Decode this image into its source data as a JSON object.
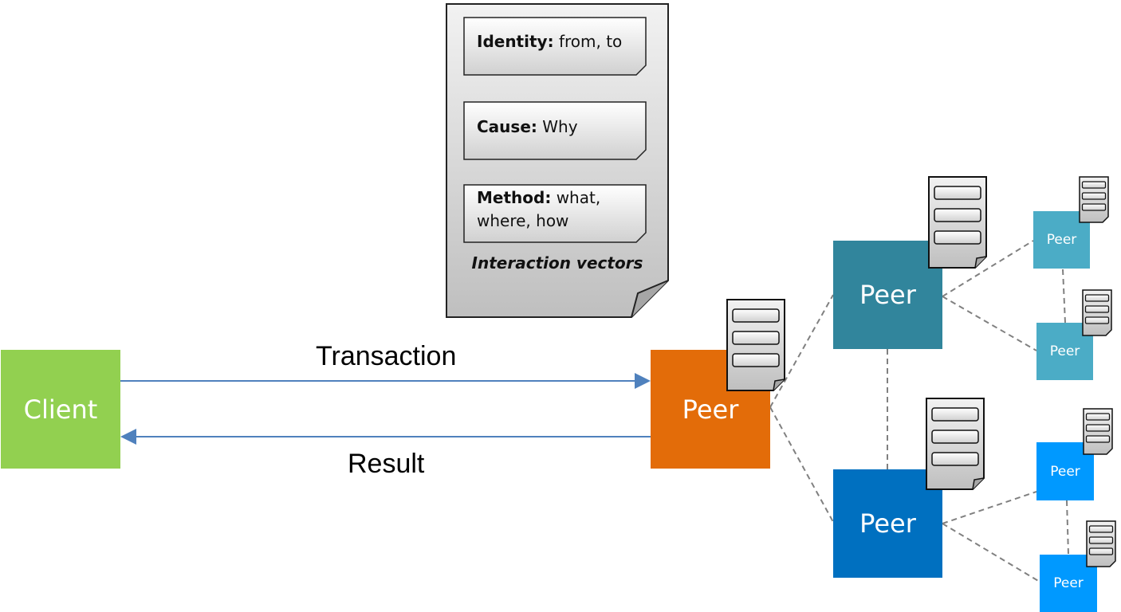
{
  "document": {
    "fields": [
      {
        "key": "Identity:",
        "value": "from, to"
      },
      {
        "key": "Cause:",
        "value": "Why"
      },
      {
        "key": "Method:",
        "value": "what, where, how"
      }
    ],
    "caption": "Interaction vectors"
  },
  "client": {
    "label": "Client"
  },
  "arrows": {
    "transaction": "Transaction",
    "result": "Result"
  },
  "peers": {
    "main": "Peer",
    "upper": "Peer",
    "lower": "Peer",
    "small_1": "Peer",
    "small_2": "Peer",
    "small_3": "Peer",
    "small_4": "Peer"
  },
  "colors": {
    "client": "#92d050",
    "main_peer": "#e36c09",
    "upper_peer": "#31859c",
    "lower_peer": "#0070c0",
    "small_teal": "#4bacc6",
    "small_blue": "#0099ff",
    "arrow": "#4f81bd",
    "dash": "#808080"
  }
}
